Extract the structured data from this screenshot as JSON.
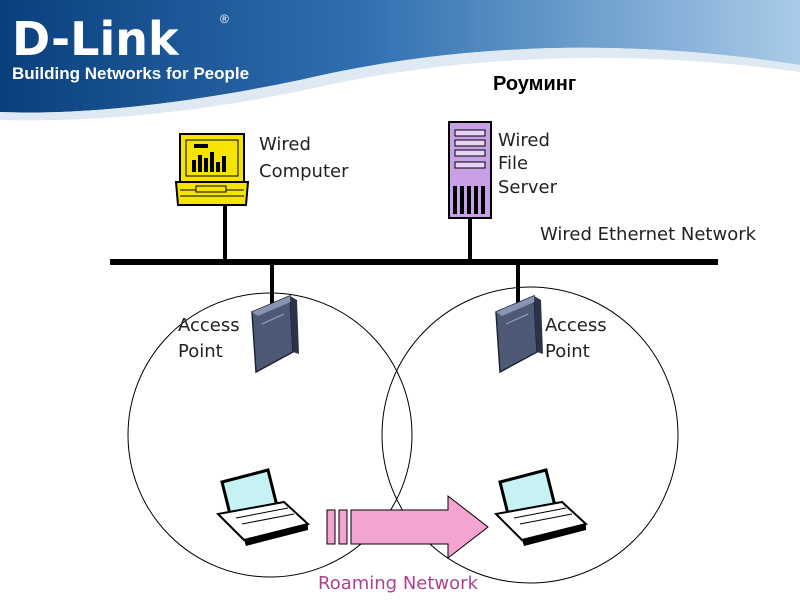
{
  "header": {
    "logo_text": "D-Link",
    "trademark": "®",
    "tagline": "Building Networks for People",
    "brand_color": "#0a3f7d"
  },
  "slide": {
    "title": "Роуминг"
  },
  "diagram": {
    "wired_computer": [
      "Wired",
      "Computer"
    ],
    "wired_server": [
      "Wired",
      "File",
      "Server"
    ],
    "network_label": "Wired Ethernet Network",
    "access_point_left": [
      "Access",
      "Point"
    ],
    "access_point_right": [
      "Access",
      "Point"
    ],
    "roaming_label": "Roaming Network",
    "arrow_color": "#f5a3d0",
    "computer_color": "#f5e400",
    "server_color": "#c8a0e6",
    "laptop_screen_color": "#c7f2f4"
  }
}
